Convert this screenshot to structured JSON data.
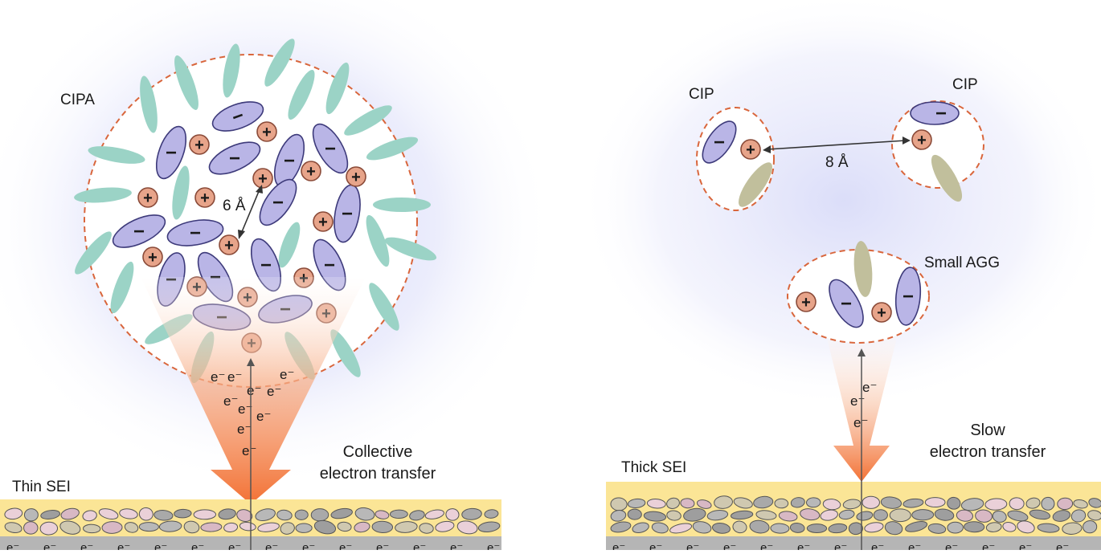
{
  "left_panel": {
    "cluster_label": "CIPA",
    "distance_label": "6 Å",
    "transfer_label_line1": "Collective",
    "transfer_label_line2": "electron transfer",
    "sei_label": "Thin SEI"
  },
  "right_panel": {
    "cip_label_left": "CIP",
    "cip_label_right": "CIP",
    "distance_label": "8 Å",
    "agg_label": "Small AGG",
    "transfer_label_line1": "Slow",
    "transfer_label_line2": "electron transfer",
    "sei_label": "Thick SEI"
  },
  "symbols": {
    "electron": "e⁻",
    "plus": "+",
    "minus": "−"
  },
  "colors": {
    "anion": "#b9b5e6",
    "anion_stroke": "#3d3a7a",
    "cation": "#e7a48a",
    "cation_stroke": "#8a4a38",
    "solvent_teal": "#9bd3c6",
    "solvent_olive": "#c1bf9c",
    "boundary": "#d9663c",
    "arrow": "#f26a2a",
    "sei": "#fbe596",
    "electrode": "#b5b5b5"
  }
}
